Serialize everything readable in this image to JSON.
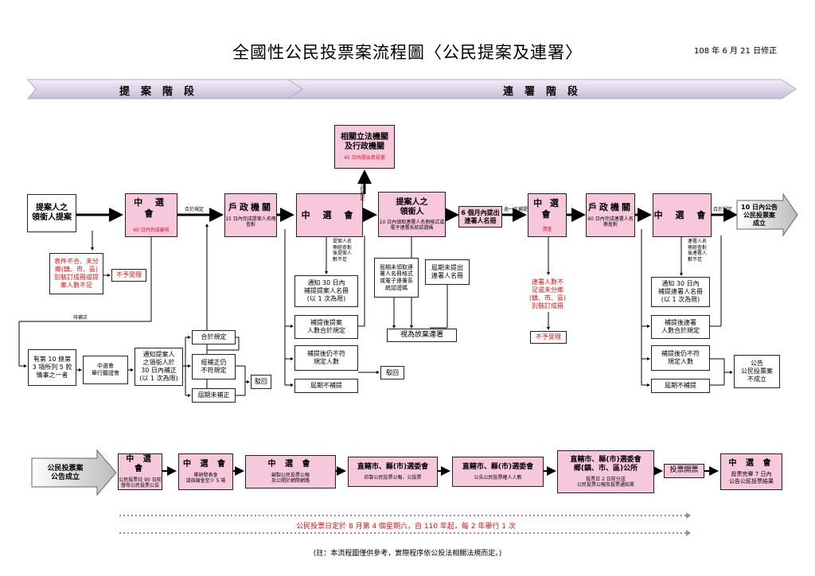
{
  "header": {
    "title": "全國性公民投票案流程圖〈公民提案及連署〉",
    "revised": "108 年 6 月 21 日修正"
  },
  "phases": {
    "proposal": "提案階段",
    "signature": "連署階段"
  },
  "top_row": {
    "leader": "提案人之\n領銜人提案",
    "cec1": {
      "title": "中 選 會",
      "note": "60 日內完成審核"
    },
    "household1": {
      "title": "戶政機關",
      "note": "15 日內完成提案人名冊查對"
    },
    "cec2": {
      "title": "中 選 會"
    },
    "legislative": {
      "title": "相關立法機關\n及行政機關",
      "note": "45 日內提出意見書"
    },
    "leader2": {
      "title": "提案人之\n領銜人",
      "note": "10 日內領取連署人名冊格式或電子連署系統認證碼"
    },
    "submit6": "6 個月內提出\n連署人名冊",
    "cec3": {
      "title": "中 選 會",
      "note": "清查"
    },
    "household2": {
      "title": "戶政機關",
      "note": "60 日內完成連署人名冊查對"
    },
    "cec4": {
      "title": "中 選 會"
    },
    "announce10": "10 日內公告\n公民投票案\n成立"
  },
  "arrow_labels": {
    "meets1": "合於規定",
    "meets2": "合於規定",
    "meets3": "合於規定",
    "once": "逾一次補提",
    "to_fix": "待補正",
    "pass_note": "合於規定"
  },
  "side_notes": {
    "prop_check": "提案人名\n冊經查對\n後提案人\n數不足",
    "sig_check": "連署人名\n冊經查對\n後連署人\n數不足"
  },
  "proposal_branch": {
    "invalid": "表件不合、未分\n鄉(鎮、市、區)\n別裝訂成冊或提\n案人數不足",
    "reject1": "不予受理",
    "art10": "有第 10 條第\n3 項所列 5 款\n情事之一者",
    "hearing": "中選會\n舉行聽證會",
    "notify_fix": "通知提案人\n之領銜人於\n30 日內補正\n(以 1 次為限)",
    "ok_after": "合於規定",
    "still_bad": "經補正仍\n不符規定",
    "overdue": "屆期未補正",
    "reject2": "駁回"
  },
  "cec2_branch": {
    "notify": "通知 30 日內\n補提提案人名冊\n(以 1 次為限)",
    "ok": "補提後提案\n人數合於規定",
    "bad": "補提後仍不符\n規定人數",
    "overdue": "屆期不補提",
    "reject": "駁回"
  },
  "leader2_branch": {
    "a": "屆期未領取連\n署人名冊格式\n或電子連署系\n統認證碼",
    "b": "屆期未提出\n連署人名冊",
    "abandon": "視為放棄連署"
  },
  "cec3_branch": {
    "invalid": "連署人數不\n足或未分鄉\n(鎮、市、區)\n別裝訂成冊",
    "reject": "不予受理"
  },
  "cec4_branch": {
    "notify": "通知 30 日內\n補提連署人名冊\n(以 1 次為限)",
    "ok": "補提後連署\n人數合於規定",
    "bad": "補提後仍不符\n規定人數",
    "overdue": "屆期不補提",
    "fail": "公告\n公民投票案\n不成立"
  },
  "bottom_row": {
    "established": "公民投票案\n公告成立",
    "s1": {
      "title": "中 選 會",
      "note": "公民投票日 90 日前\n發布公民投票公告"
    },
    "s2": {
      "title": "中 選 會",
      "note": "舉辦發表會\n或辯論會至少 5 場"
    },
    "s3": {
      "title": "中 選 會",
      "note": "編製公民投票公報\n及公開於網際網路"
    },
    "s4": {
      "title": "直轄市、縣(市)選委會",
      "note": "印製公民投票公報、公投票"
    },
    "s5": {
      "title": "直轄市、縣(市)選委會",
      "note": "公告公民投票權人人數"
    },
    "s6": {
      "title": "直轄市、縣(市)選委會\n鄉(鎮、市、區)公所",
      "note": "投票日 2 日前分送\n公民投票公報及投票通知單"
    },
    "vote": "投票開票",
    "s8": {
      "title": "中 選 會",
      "note": "投票完畢 7 日內\n公告公民投票結果"
    }
  },
  "vote_day": "公民投票日定於 8 月第 4 個星期六，自 110 年起，每 2 年舉行 1 次",
  "footnote": "(註：本流程圖僅供參考，實際程序依公投法相關法規而定。)"
}
